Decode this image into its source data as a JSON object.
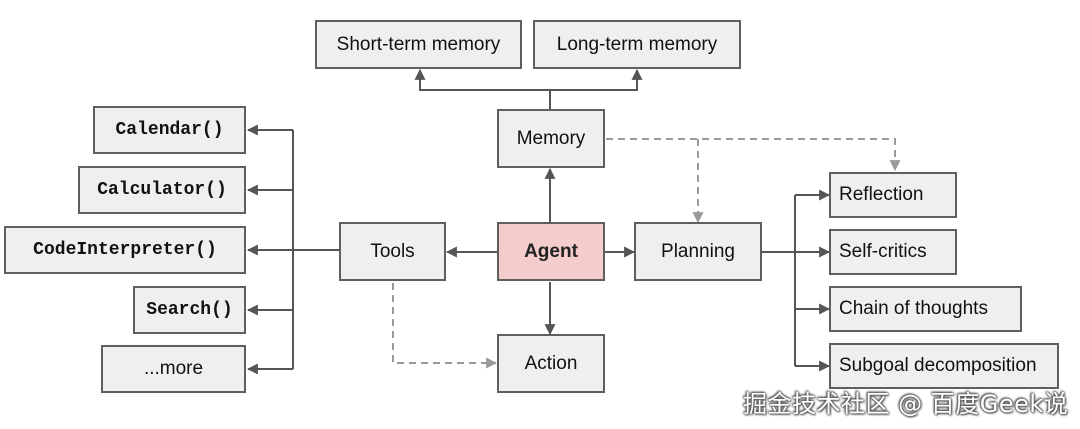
{
  "nodes": {
    "short_term_memory": "Short-term memory",
    "long_term_memory": "Long-term memory",
    "memory": "Memory",
    "agent": "Agent",
    "tools": "Tools",
    "planning": "Planning",
    "action": "Action",
    "calendar": "Calendar()",
    "calculator": "Calculator()",
    "code_interpreter": "CodeInterpreter()",
    "search": "Search()",
    "more": "...more",
    "reflection": "Reflection",
    "self_critics": "Self-critics",
    "chain_of_thoughts": "Chain of thoughts",
    "subgoal_decomposition": "Subgoal decomposition"
  },
  "watermark": "掘金技术社区 @ 百度Geek说",
  "colors": {
    "node_fill": "#efefef",
    "node_border": "#5f5f5f",
    "agent_fill": "#f4cccc",
    "solid_line": "#555555",
    "dashed_line": "#9a9a9a"
  }
}
